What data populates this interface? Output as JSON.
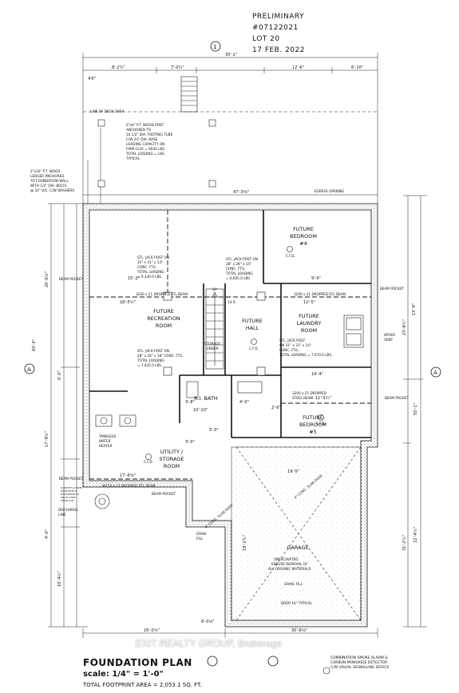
{
  "header": {
    "status": "PRELIMINARY",
    "number": "#07122021",
    "lot": "LOT 20",
    "date": "17 FEB. 2022"
  },
  "rooms": {
    "recreation": [
      "FUTURE",
      "RECREATION",
      "ROOM"
    ],
    "bedroom4": [
      "FUTURE",
      "BEDROOM",
      "#4"
    ],
    "laundry": [
      "FUTURE",
      "LAUNDRY",
      "ROOM"
    ],
    "hall": [
      "FUTURE",
      "HALL"
    ],
    "bath": "R.I. BATH",
    "bedroom5": [
      "FUTURE",
      "BEDROOM",
      "#5"
    ],
    "utility": [
      "UTILITY /",
      "STORAGE",
      "ROOM"
    ],
    "garage": "GARAGE",
    "storage_under": [
      "STORAGE",
      "UNDER"
    ]
  },
  "notes": {
    "deck": "LINE OF DECK OVER",
    "post": [
      "6\"x6\" P.T. WOOD POST",
      "ANCHORED TO",
      "10 1/2\" DIA. FOOTING TUBE",
      "C/W 24\" DIA. BASE",
      "LOADING CAPACITY ON",
      "FIRM CLAY = 6040 LBS.",
      "TOTAL LOADING = LBS.",
      "TYPICAL"
    ],
    "ledger": [
      "2\"x10\" P.T. WOOD",
      "LEDGER ANCHORED",
      "TO FOUNDATION WALL",
      "WITH 1/2\" DIA. BOLTS",
      "@ 32\" O/C. C/W WASHERS"
    ],
    "egress": "EGRESS OPENING",
    "dropped_beam_1": "3200 x 21 DROPPED STL BEAM",
    "dropped_beam_2": "3200 x 21 DROPPED STL BEAM",
    "dropped_beam_3": "W150 x 21 DROPPED STL BEAM",
    "steel_beam": [
      "3200 x 21 DROPPED",
      "STEEL BEAM"
    ],
    "jack_post_1": [
      "STL. JACK POST ON",
      "31\" x 31\" x 14\"",
      "CONC. FTG.",
      "TOTAL LOADING",
      "= 9,330.0 LBS."
    ],
    "jack_post_2": [
      "STL. JACK POST ON",
      "28\" x 28\" x 14\"",
      "CONC. FTG.",
      "TOTAL LOADING",
      "= 6,605.0 LBS."
    ],
    "jack_post_3": [
      "STL. JACK POST",
      "ON 31\" x 31\" x 14\"",
      "CONC. FTG.",
      "TOTAL LOADING = 7,070.0 LBS."
    ],
    "jack_post_4": [
      "STL. JACK POST ON",
      "28\" x 28\" x 18\" CONC. FTG.",
      "TOTAL LOADING",
      "= 7,425.0 LBS."
    ],
    "beam_pocket": "BEAM POCKET",
    "dryer_vent": [
      "DRYER",
      "VENT"
    ],
    "tankless": [
      "TANKLESS",
      "WATER",
      "HEATER"
    ],
    "sump": [
      "SUMP PIT & SUMP",
      "PUMP WITH 2\"",
      "DISCHARGE TO",
      "SOLID CONC",
      "FRONT LID"
    ],
    "discharge": [
      "DISCHARGE",
      "LINE"
    ],
    "garage_fill": [
      "UNEXCAVATED",
      "ENSURE REMOVAL OF",
      "ALL ORGANIC MATERIALS"
    ],
    "gran_fill": "GRAN. FILL",
    "gran_fill_2": [
      "GRAN.",
      "FILL"
    ],
    "slab": "4\" CONC. SLAB OVER",
    "slab_2": "4\" CONC. SLAB OVER",
    "drop": "DROP 16\" TYPICAL",
    "cfd": "C.F.D.",
    "up": "UP",
    "stair_up": "14 R"
  },
  "dimensions": {
    "top_overall": "35'-1\"",
    "top_left": "8'-2¼\"",
    "top_mid": "7'-0¼\"",
    "top_right_a": "12'-6\"",
    "top_right_b": "6'-10\"",
    "top_deck": "4'6\"",
    "top_walls": "47'-3⅜\"",
    "left_overall": "43'-4\"",
    "left_a": "20'-6⅛\"",
    "left_b": "6'-0\"",
    "left_c": "17'-9½\"",
    "left_d": "4'-0\"",
    "left_e": "10'-4½\"",
    "right_overall": "55'-1\"",
    "right_a": "23'-8¼\"",
    "right_b": "31'-2¼\"",
    "right_c": "13'-9\"",
    "right_d": "22'-4¼\"",
    "bottom_left": "16'-0¾\"",
    "bottom_right": "30'-6⅛\"",
    "bottom_mid": "6'-0⅛\"",
    "garage_w": "19'-5\"",
    "garage_depth": "19'-2¾\"",
    "bath_w": "10'-10\"",
    "util_w": "17'-6⅝\"",
    "beam_dim_1": "18'-5½\"",
    "beam_dim_2": "12'-5\"",
    "beam_dim_3": "11'-5½\"",
    "rec_w": "15'-2\"",
    "bed4_w": "9'-9\"",
    "bed5_w": "14'-4\"",
    "small_1": "3'-8\"",
    "small_2": "4'-0\"",
    "small_3": "2'-6\"",
    "small_4": "5'-0\"",
    "small_5": "3'-0\""
  },
  "title": {
    "name": "FOUNDATION PLAN",
    "scale": "scale: 1/4\" = 1'-0\"",
    "footprint": "TOTAL FOOTPRINT AREA = 2,053.1 SQ. FT."
  },
  "legend": [
    "COMBINATION SMOKE ALARM &",
    "CARBON MONOXIDE DETECTOR",
    "C/W VISUAL SIGNALLING DEVICE"
  ],
  "section_marks": {
    "top": "1",
    "left": "A",
    "right": "A"
  },
  "watermark": "EXIT REALTY GROUP, Brokerage"
}
